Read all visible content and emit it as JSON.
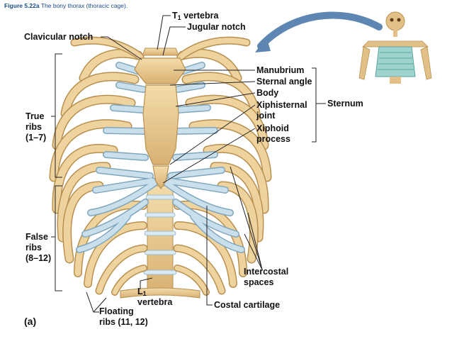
{
  "caption": {
    "figure": "Figure 5.22a",
    "title": "The bony thorax (thoracic cage)."
  },
  "labels": {
    "t1_vertebra_letter": "T",
    "t1_vertebra_sub": "1",
    "t1_vertebra_rest": " vertebra",
    "jugular_notch": "Jugular notch",
    "clavicular_notch": "Clavicular notch",
    "manubrium": "Manubrium",
    "sternal_angle": "Sternal angle",
    "body": "Body",
    "xiphisternal_joint_1": "Xiphisternal",
    "xiphisternal_joint_2": "joint",
    "xiphoid_process_1": "Xiphoid",
    "xiphoid_process_2": "process",
    "sternum": "Sternum",
    "true_ribs_1": "True",
    "true_ribs_2": "ribs",
    "true_ribs_3": "(1–7)",
    "false_ribs_1": "False",
    "false_ribs_2": "ribs",
    "false_ribs_3": "(8–12)",
    "intercostal_spaces_1": "Intercostal",
    "intercostal_spaces_2": "spaces",
    "l1_vertebra_letter": "L",
    "l1_vertebra_sub": "1",
    "l1_vertebra_rest": "vertebra",
    "costal_cartilage": "Costal cartilage",
    "floating_ribs_1": "Floating",
    "floating_ribs_2": "ribs (11, 12)",
    "panel": "(a)"
  },
  "colors": {
    "bone": "#e8c98e",
    "bone_dark": "#b8904f",
    "cartilage": "#b9d6e6",
    "cartilage_dark": "#7fa6bf",
    "leader": "#222222",
    "arrow": "#5d86b2"
  }
}
